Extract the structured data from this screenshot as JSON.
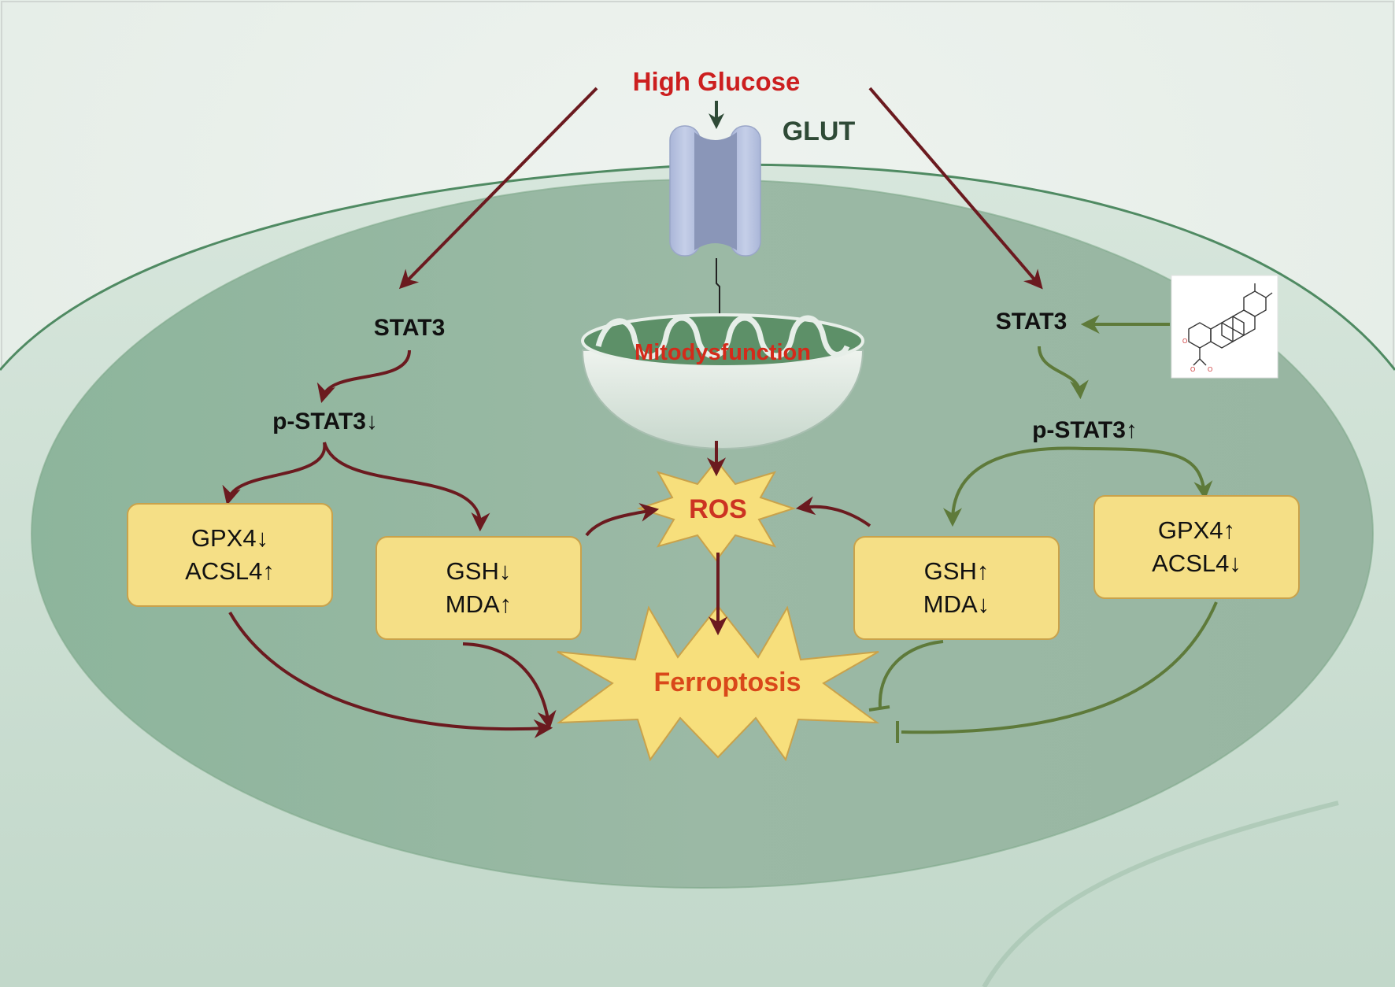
{
  "stimulus": {
    "label": "High Glucose",
    "color": "#cc1f1f"
  },
  "transporter": {
    "label": "GLUT",
    "color": "#2e4a36"
  },
  "mitochondrion": {
    "label": "Mitodysfunction",
    "color": "#d42a1a"
  },
  "ros": {
    "label": "ROS",
    "color": "#cc3322"
  },
  "ferroptosis": {
    "label": "Ferroptosis",
    "color": "#d9481a"
  },
  "left_pathway": {
    "stat3": "STAT3",
    "pstat3": "p-STAT3↓",
    "box1": {
      "line1": "GPX4↓",
      "line2": "ACSL4↑"
    },
    "box2": {
      "line1": "GSH↓",
      "line2": "MDA↑"
    },
    "arrow_color": "#6b1a1f"
  },
  "right_pathway": {
    "stat3": "STAT3",
    "pstat3": "p-STAT3↑",
    "box1": {
      "line1": "GSH↑",
      "line2": "MDA↓"
    },
    "box2": {
      "line1": "GPX4↑",
      "line2": "ACSL4↓"
    },
    "arrow_color": "#5e7a3a"
  },
  "compound": {
    "icon": "chemical-structure-icon"
  },
  "colors": {
    "cell_outer": "#c9ddd2",
    "cell_inner": "#9ab8a4",
    "box_fill": "#f5df86",
    "box_stroke": "#c9a24b",
    "star_fill": "#f7df7c"
  }
}
